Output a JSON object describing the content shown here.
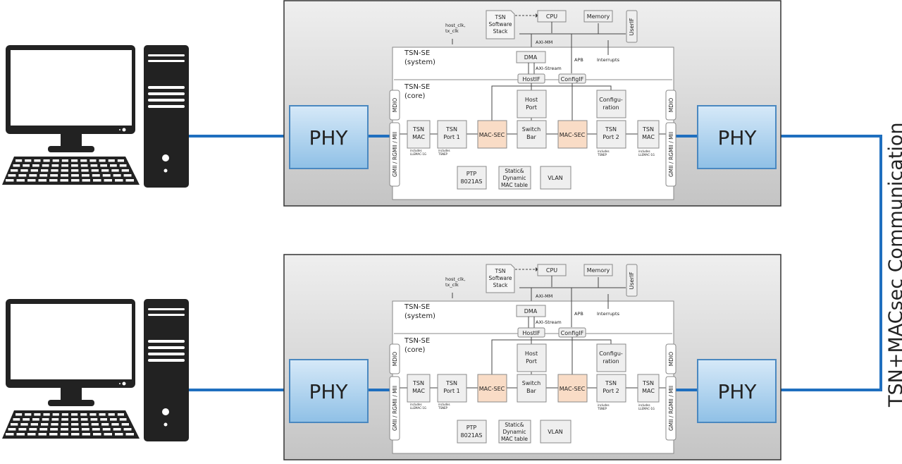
{
  "colors": {
    "link": "#1f6fbf",
    "phy": "#a9d0ee",
    "macsec": "#f9dcc6",
    "board": "#d4d4d4"
  },
  "icons": {
    "computer": "desktop-computer-icon"
  },
  "block": {
    "phy_left": "PHY",
    "phy_right": "PHY",
    "tsn_software_stack": [
      "TSN",
      "Software",
      "Stack"
    ],
    "cpu": "CPU",
    "memory": "Memory",
    "userif": "UserIF",
    "clock": [
      "host_clk,",
      "tx_clk"
    ],
    "axi_mm": "AXI-MM",
    "apb": "APB",
    "interrupts": "Interrupts",
    "axi_stream": "AXI-Stream",
    "dma": "DMA",
    "hostif": "HostIF",
    "configif": "ConfigIF",
    "system_title": [
      "TSN-SE",
      "(system)"
    ],
    "core_title": [
      "TSN-SE",
      "(core)"
    ],
    "mdio": "MDIO",
    "gmii": "GMII / RGMII / MII",
    "host_port": [
      "Host",
      "Port"
    ],
    "configuration": [
      "Configu-",
      "ration"
    ],
    "tsn_mac": [
      "TSN",
      "MAC"
    ],
    "tsn_mac_note": [
      "includes",
      "LLEMAC-1G"
    ],
    "tsn_port1": [
      "TSN",
      "Port 1"
    ],
    "tsn_port2": [
      "TSN",
      "Port 2"
    ],
    "tsn_port_note": [
      "includes",
      "TSNEP"
    ],
    "macsec": "MAC-SEC",
    "switch_bar": [
      "Switch",
      "Bar"
    ],
    "ptp": [
      "PTP",
      "8021AS"
    ],
    "mac_table": [
      "Static&",
      "Dynamic",
      "MAC table"
    ],
    "vlan": "VLAN"
  },
  "link_label": "TSN+MACsec Communication"
}
